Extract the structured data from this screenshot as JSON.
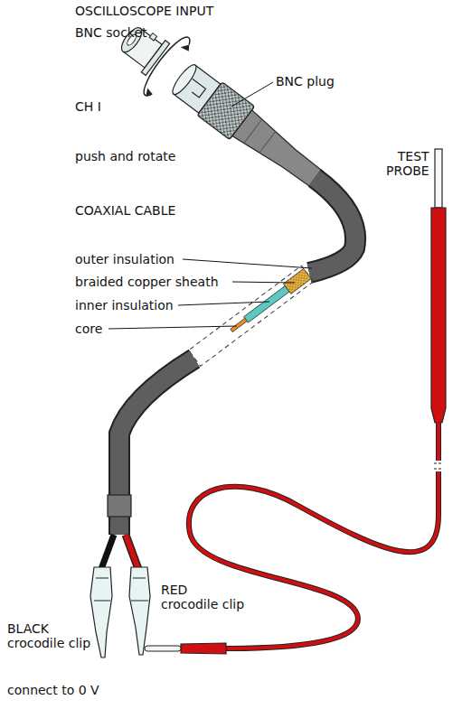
{
  "diagram": {
    "labels": [
      "OSCILLOSCOPE INPUT",
      "BNC socket",
      "CH I",
      "push and rotate",
      "COAXIAL CABLE",
      "BNC plug",
      "outer insulation",
      "braided copper sheath",
      "inner insulation",
      "core",
      "TEST PROBE",
      "RED",
      "crocodile clip",
      "BLACK",
      "crocodile clip",
      "connect to 0 V"
    ]
  }
}
